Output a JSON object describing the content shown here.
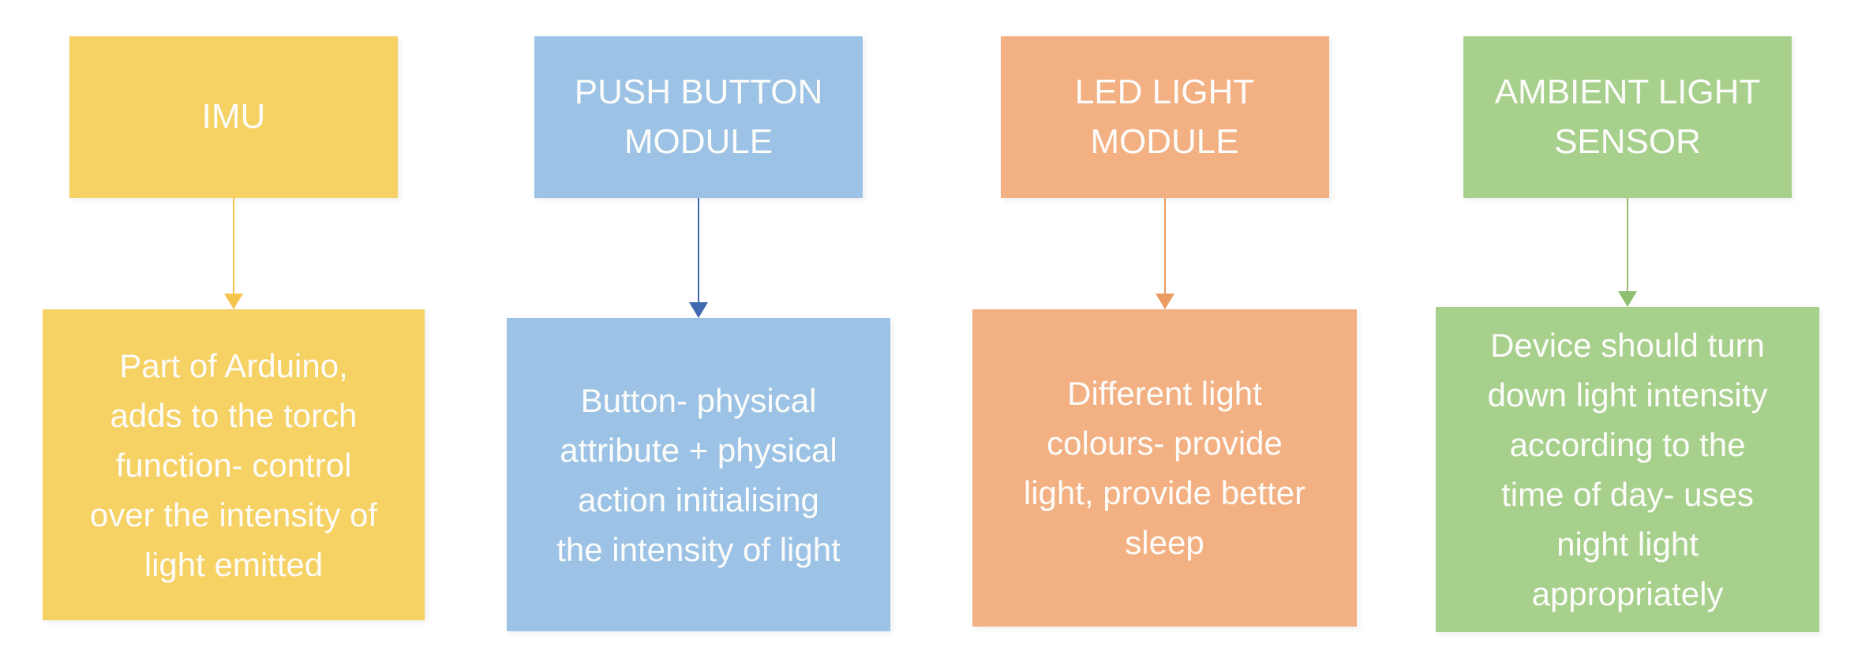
{
  "canvas": {
    "background_color": "#FFFFFF",
    "text_color": "#FCFCFA"
  },
  "diagram": {
    "columns": [
      {
        "header": "IMU",
        "description": "Part of Arduino,\nadds to the torch\nfunction- control\nover the intensity of\nlight emitted",
        "colors": {
          "box": "#F6D164",
          "arrow": "#F5C54E"
        }
      },
      {
        "header": "PUSH BUTTON\nMODULE",
        "description": "Button- physical\nattribute + physical\naction initialising\nthe intensity of light",
        "colors": {
          "box": "#9CC3E5",
          "arrow": "#3F69B1"
        }
      },
      {
        "header": "LED LIGHT\nMODULE",
        "description": "Different light\ncolours- provide\nlight, provide better\nsleep",
        "colors": {
          "box": "#F3B183",
          "arrow": "#EC9C63"
        }
      },
      {
        "header": "AMBIENT LIGHT\nSENSOR",
        "description": "Device should turn\ndown light intensity\naccording to the\ntime of day- uses\nnight light\nappropriately",
        "colors": {
          "box": "#A8D08D",
          "arrow": "#8FBF70"
        }
      }
    ]
  }
}
